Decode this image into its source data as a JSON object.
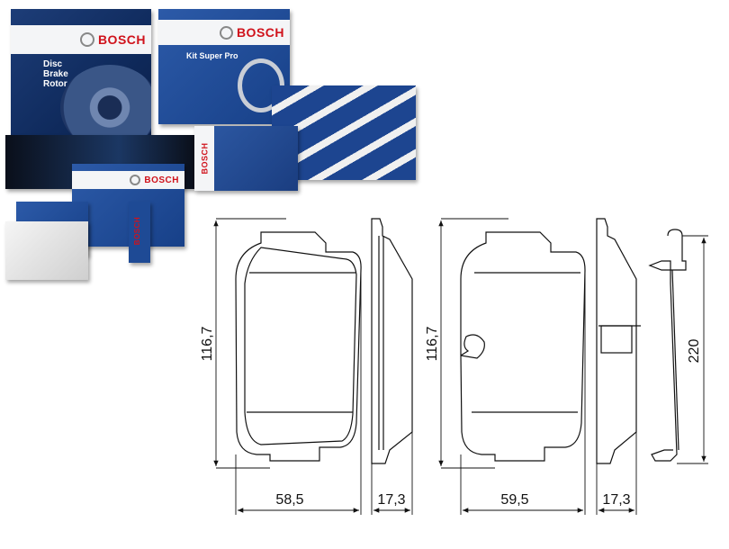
{
  "products": {
    "brand": "BOSCH",
    "rotor_box": {
      "line1": "Disc",
      "line2": "Brake",
      "line3": "Rotor"
    },
    "kit_box": {
      "title": "Kit Super Pro"
    }
  },
  "drawing": {
    "pad1_height": "116,7",
    "pad1_width": "58,5",
    "pad1_thickness": "17,3",
    "pad2_height": "116,7",
    "pad2_width": "59,5",
    "pad2_thickness": "17,3",
    "sensor_length": "220"
  },
  "colors": {
    "brand_red": "#d0121b",
    "box_blue": "#0f2a5c"
  }
}
